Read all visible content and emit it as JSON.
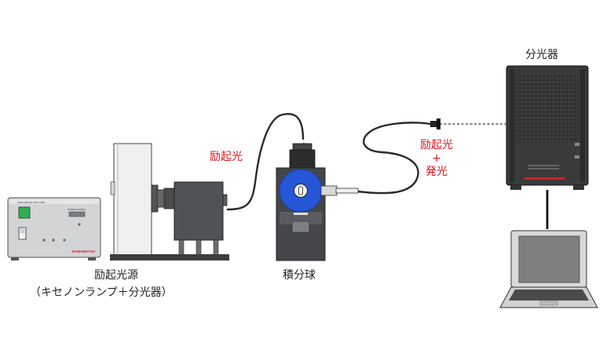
{
  "labels": {
    "excitation_source": "励起光源",
    "excitation_source_detail": "（キセノンランプ＋分光器）",
    "integrating_sphere": "積分球",
    "spectrometer": "分光器",
    "excitation_light": "励起光",
    "combined_excitation": "励起光",
    "combined_plus": "+",
    "combined_emission": "発光"
  },
  "device_text": {
    "power_panel_header": "150W XENON ARC LAMP",
    "power_supply": "POWER SUPPLY",
    "brand": "HAMAMATSU"
  },
  "colors": {
    "label_red": "#e0141e",
    "sphere_blue": "#2456d6",
    "spectrometer_body": "#3a3a3a",
    "brand_red": "#d42020"
  }
}
